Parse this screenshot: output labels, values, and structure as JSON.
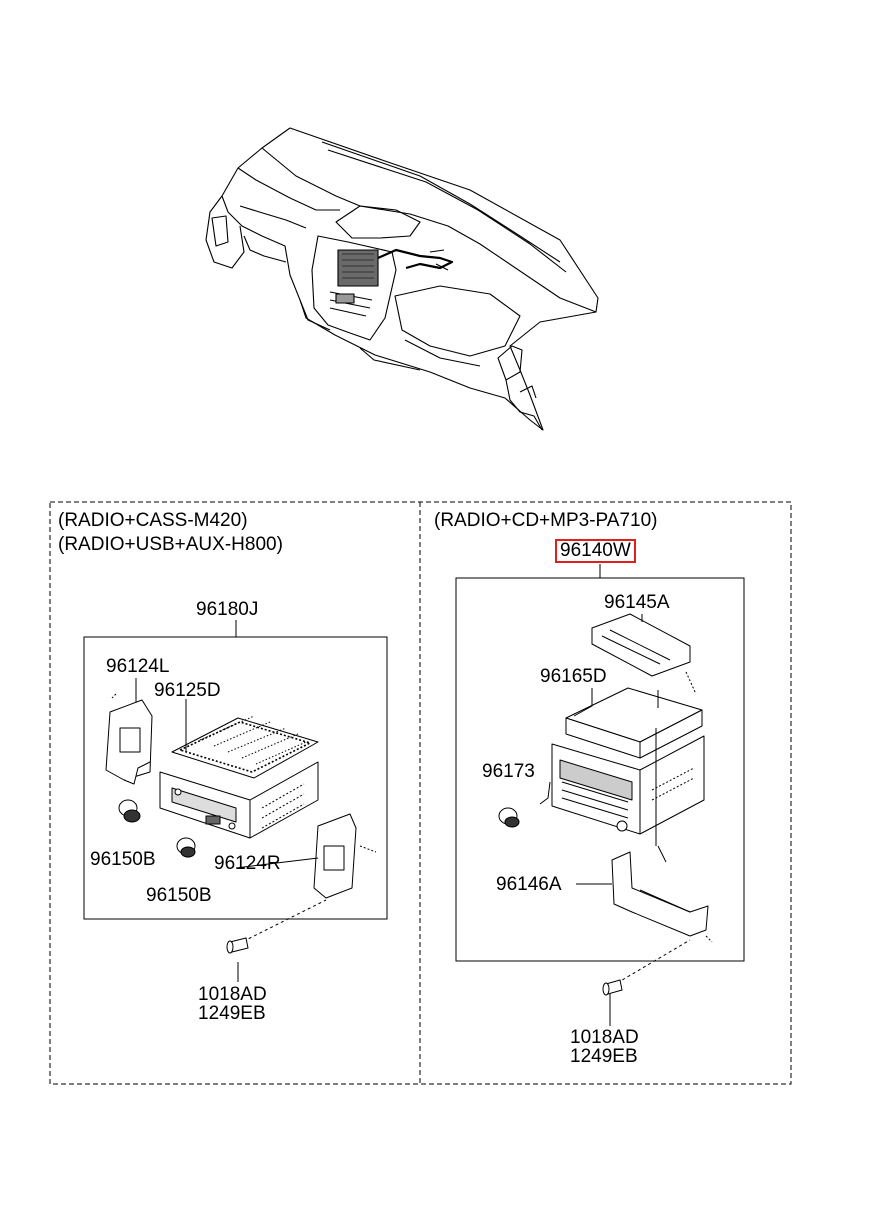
{
  "panels": {
    "left": {
      "headers": [
        "(RADIO+CASS-M420)",
        "(RADIO+USB+AUX-H800)"
      ],
      "assembly": "96180J",
      "parts": {
        "bracket_left": "96124L",
        "cover": "96125D",
        "knob_1": "96150B",
        "knob_2": "96150B",
        "bracket_right": "96124R",
        "screw_line1": "1018AD",
        "screw_line2": "1249EB"
      }
    },
    "right": {
      "headers": [
        "(RADIO+CD+MP3-PA710)"
      ],
      "assembly": "96140W",
      "parts": {
        "bracket_top": "96145A",
        "cover": "96165D",
        "knob": "96173",
        "bracket_bottom": "96146A",
        "screw_line1": "1018AD",
        "screw_line2": "1249EB"
      }
    }
  },
  "highlight_color": "#e0201c"
}
